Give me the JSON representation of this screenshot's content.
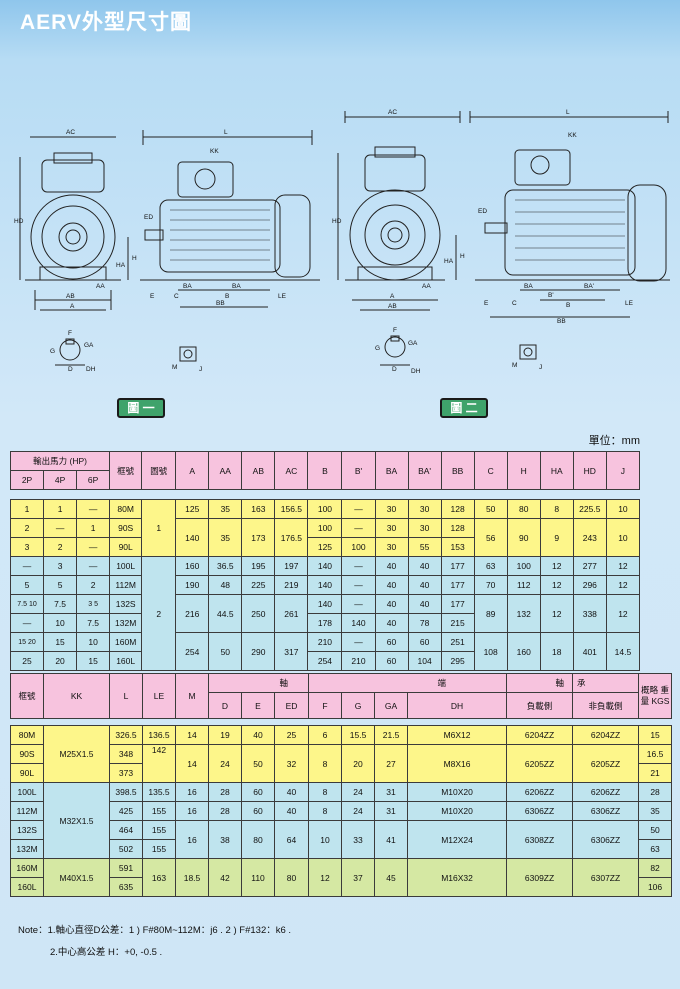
{
  "title": "AERV外型尺寸圖",
  "figure_labels": [
    "圖 一",
    "圖 二"
  ],
  "unit": "單位：mm",
  "diagram_labels": {
    "AC": "AC",
    "L": "L",
    "KK": "KK",
    "HD": "HD",
    "ED": "ED",
    "HA": "HA",
    "H": "H",
    "AA": "AA",
    "AB": "AB",
    "A": "A",
    "E": "E",
    "C": "C",
    "B": "B",
    "BA": "BA",
    "BB": "BB",
    "LE": "LE",
    "Bp": "B'",
    "BAp": "BA'",
    "F": "F",
    "GA": "GA",
    "G": "G",
    "D": "D",
    "DH": "DH",
    "M": "M",
    "J": "J"
  },
  "t1": {
    "h_power": "輸出馬力 (HP)",
    "h_2p": "2P",
    "h_4p": "4P",
    "h_6p": "6P",
    "h_frame": "框號",
    "h_fig": "圖號",
    "cols": [
      "A",
      "AA",
      "AB",
      "AC",
      "B",
      "B'",
      "BA",
      "BA'",
      "BB",
      "C",
      "H",
      "HA",
      "HD",
      "J"
    ],
    "fig1": "1",
    "fig2": "2",
    "r1": {
      "p2": "1",
      "p4": "1",
      "p6": "—",
      "frame": "80M"
    },
    "r2": {
      "p2": "2",
      "p4": "—",
      "p6": "1",
      "frame": "90S"
    },
    "r3": {
      "p2": "3",
      "p4": "2",
      "p6": "—",
      "frame": "90L"
    },
    "r4": {
      "p2": "—",
      "p4": "3",
      "p6": "—",
      "frame": "100L"
    },
    "r5": {
      "p2": "5",
      "p4": "5",
      "p6": "2",
      "frame": "112M"
    },
    "r6": {
      "p2": "7.5 10",
      "p4": "7.5",
      "p6": "3 5",
      "frame": "132S"
    },
    "r7": {
      "p2": "—",
      "p4": "10",
      "p6": "7.5",
      "frame": "132M"
    },
    "r8": {
      "p2": "15 20",
      "p4": "15",
      "p6": "10",
      "frame": "160M"
    },
    "r9": {
      "p2": "25",
      "p4": "20",
      "p6": "15",
      "frame": "160L"
    },
    "v": {
      "r1": {
        "A": "125",
        "AA": "35",
        "AB": "163",
        "AC": "156.5",
        "B": "100",
        "Bp": "—",
        "BA": "30",
        "BAp": "30",
        "BB": "128",
        "C": "50",
        "H": "80",
        "HA": "8",
        "HD": "225.5",
        "J": "10"
      },
      "r23": {
        "A": "140",
        "AA": "35",
        "AB": "173",
        "AC": "176.5",
        "C": "56",
        "H": "90",
        "HA": "9",
        "HD": "243",
        "J": "10"
      },
      "r2": {
        "B": "100",
        "Bp": "—",
        "BA": "30",
        "BAp": "30",
        "BB": "128"
      },
      "r3": {
        "B": "125",
        "Bp": "100",
        "BA": "30",
        "BAp": "55",
        "BB": "153"
      },
      "r4": {
        "A": "160",
        "AA": "36.5",
        "AB": "195",
        "AC": "197",
        "B": "140",
        "Bp": "—",
        "BA": "40",
        "BAp": "40",
        "BB": "177",
        "C": "63",
        "H": "100",
        "HA": "12",
        "HD": "277",
        "J": "12"
      },
      "r5": {
        "A": "190",
        "AA": "48",
        "AB": "225",
        "AC": "219",
        "B": "140",
        "Bp": "—",
        "BA": "40",
        "BAp": "40",
        "BB": "177",
        "C": "70",
        "H": "112",
        "HA": "12",
        "HD": "296",
        "J": "12"
      },
      "r67": {
        "A": "216",
        "AA": "44.5",
        "AB": "250",
        "AC": "261",
        "C": "89",
        "H": "132",
        "HA": "12",
        "HD": "338",
        "J": "12"
      },
      "r6": {
        "B": "140",
        "Bp": "—",
        "BA": "40",
        "BAp": "40",
        "BB": "177"
      },
      "r7": {
        "B": "178",
        "Bp": "140",
        "BA": "40",
        "BAp": "78",
        "BB": "215"
      },
      "r89": {
        "A": "254",
        "AA": "50",
        "AB": "290",
        "AC": "317",
        "C": "108",
        "H": "160",
        "HA": "18",
        "HD": "401",
        "J": "14.5"
      },
      "r8": {
        "B": "210",
        "Bp": "—",
        "BA": "60",
        "BAp": "60",
        "BB": "251"
      },
      "r9": {
        "B": "254",
        "Bp": "210",
        "BA": "60",
        "BAp": "104",
        "BB": "295"
      }
    }
  },
  "t2": {
    "h_frame": "框號",
    "h_kk": "KK",
    "h_l": "L",
    "h_le": "LE",
    "h_m": "M",
    "h_shaft1": "軸",
    "h_shaft2": "端",
    "h_bear1": "軸",
    "h_bear2": "承",
    "h_weight": "概略 重量 KGS",
    "cols": [
      "D",
      "E",
      "ED",
      "F",
      "G",
      "GA",
      "DH"
    ],
    "h_load": "負載側",
    "h_noload": "非負載側",
    "frames": [
      "80M",
      "90S",
      "90L",
      "100L",
      "112M",
      "132S",
      "132M",
      "160M",
      "160L"
    ],
    "kk": [
      "M25X1.5",
      "M32X1.5",
      "M40X1.5"
    ],
    "L": [
      "326.5",
      "348",
      "373",
      "398.5",
      "425",
      "464",
      "502",
      "591",
      "635"
    ],
    "LE": [
      "136.5",
      "142",
      "135.5",
      "155",
      "155",
      "155",
      "163"
    ],
    "M": [
      "14",
      "14",
      "16",
      "16",
      "16",
      "18.5"
    ],
    "D": [
      "19",
      "24",
      "28",
      "28",
      "38",
      "42"
    ],
    "E": [
      "40",
      "50",
      "60",
      "60",
      "80",
      "110"
    ],
    "ED": [
      "25",
      "32",
      "40",
      "40",
      "64",
      "80"
    ],
    "F": [
      "6",
      "8",
      "8",
      "8",
      "10",
      "12"
    ],
    "G": [
      "15.5",
      "20",
      "24",
      "24",
      "33",
      "37"
    ],
    "GA": [
      "21.5",
      "27",
      "31",
      "31",
      "41",
      "45"
    ],
    "DH": [
      "M6X12",
      "M8X16",
      "M10X20",
      "M10X20",
      "M12X24",
      "M16X32"
    ],
    "load": [
      "6204ZZ",
      "6205ZZ",
      "6206ZZ",
      "6306ZZ",
      "6308ZZ",
      "6309ZZ"
    ],
    "noload": [
      "6204ZZ",
      "6205ZZ",
      "6206ZZ",
      "6306ZZ",
      "6306ZZ",
      "6307ZZ"
    ],
    "weight": [
      "15",
      "16.5",
      "21",
      "28",
      "35",
      "50",
      "63",
      "82",
      "106"
    ]
  },
  "notes": [
    "Note：1.軸心直徑D公差：1 ) F#80M~112M：j6 . 2 ) F#132：k6 .",
    "2.中心高公差 H：+0,  -0.5 ."
  ]
}
